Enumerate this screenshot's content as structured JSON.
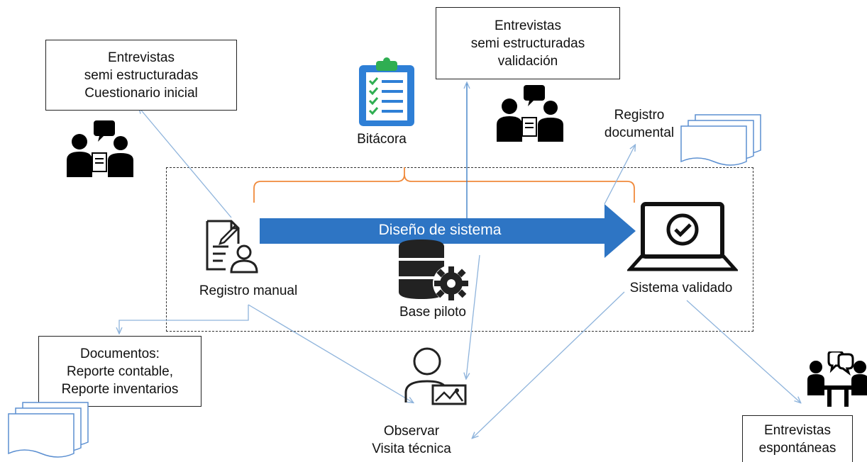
{
  "boxes": {
    "initial_interviews": [
      "Entrevistas",
      "semi estructuradas",
      "Cuestionario inicial"
    ],
    "validation_interviews": [
      "Entrevistas",
      "semi estructuradas",
      "validación"
    ],
    "documents": [
      "Documentos:",
      "Reporte contable,",
      "Reporte inventarios"
    ],
    "spontaneous_interviews": [
      "Entrevistas",
      "espontáneas"
    ]
  },
  "labels": {
    "bitacora": "Bitácora",
    "registro_documental": [
      "Registro",
      "documental"
    ],
    "registro_manual": "Registro manual",
    "base_piloto": "Base piloto",
    "sistema_validado": "Sistema validado",
    "observar": [
      "Observar",
      "Visita técnica"
    ]
  },
  "arrow": {
    "label": "Diseño de sistema"
  },
  "colors": {
    "arrow_fill": "#2e75c4",
    "brace": "#f08a3c",
    "connector": "#8fb4dc",
    "clipboard": "#2e7fd6",
    "check": "#2fae52",
    "document_outline": "#5b8fd1"
  }
}
